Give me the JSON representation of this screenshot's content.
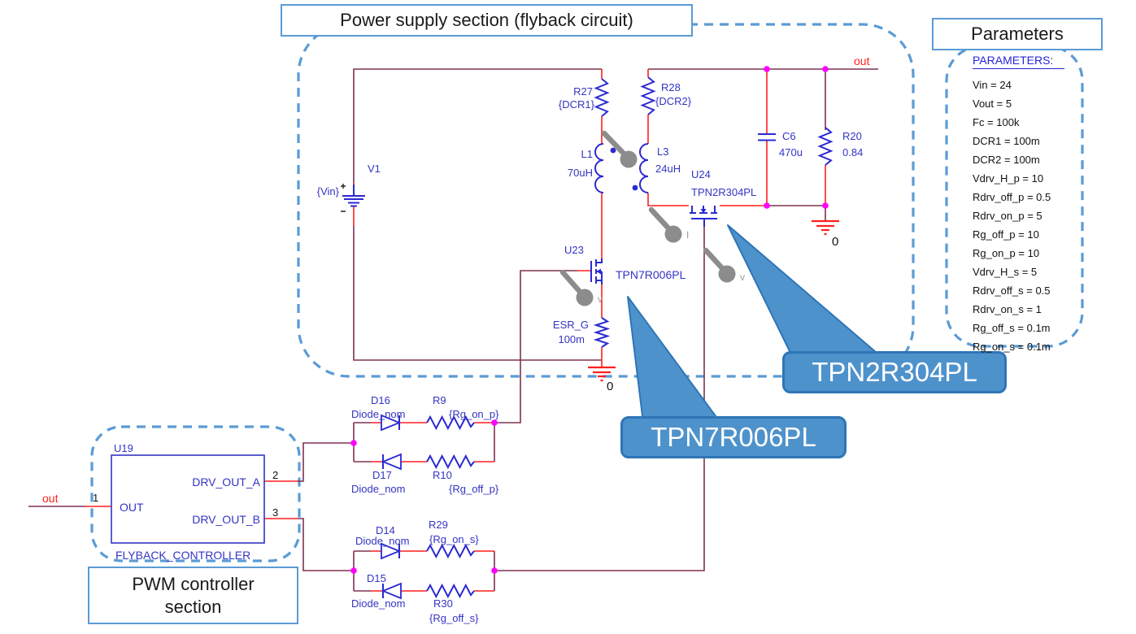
{
  "titles": {
    "power_section": "Power supply section (flyback circuit)",
    "parameters_box": "Parameters",
    "pwm_line1": "PWM controller",
    "pwm_line2": "section"
  },
  "callouts": {
    "mosfet_secondary": "TPN2R304PL",
    "mosfet_primary": "TPN7R006PL"
  },
  "parameters": {
    "header": "PARAMETERS:",
    "items": [
      "Vin = 24",
      "Vout = 5",
      "Fc = 100k",
      "DCR1 = 100m",
      "DCR2 = 100m",
      "Vdrv_H_p = 10",
      "Rdrv_off_p = 0.5",
      "Rdrv_on_p = 5",
      "Rg_off_p = 10",
      "Rg_on_p = 10",
      "Vdrv_H_s = 5",
      "Rdrv_off_s = 0.5",
      "Rdrv_on_s = 1",
      "Rg_off_s = 0.1m",
      "Rg_on_s = 0.1m"
    ]
  },
  "components": {
    "v1": {
      "ref": "V1",
      "value": "{Vin}"
    },
    "r27": {
      "ref": "R27",
      "value": "{DCR1}"
    },
    "r28": {
      "ref": "R28",
      "value": "{DCR2}"
    },
    "l1": {
      "ref": "L1",
      "value": "70uH"
    },
    "l3": {
      "ref": "L3",
      "value": "24uH"
    },
    "c6": {
      "ref": "C6",
      "value": "470u"
    },
    "r20": {
      "ref": "R20",
      "value": "0.84"
    },
    "u23": {
      "ref": "U23",
      "value": "TPN7R006PL"
    },
    "u24": {
      "ref": "U24",
      "value": "TPN2R304PL"
    },
    "esr": {
      "ref": "ESR_G",
      "value": "100m"
    },
    "d16": {
      "ref": "D16",
      "value": "Diode_nom"
    },
    "d17": {
      "ref": "D17",
      "value": "Diode_nom"
    },
    "d14": {
      "ref": "D14",
      "value": "Diode_nom"
    },
    "d15": {
      "ref": "D15",
      "value": "Diode_nom"
    },
    "r9": {
      "ref": "R9",
      "value": "{Rg_on_p}"
    },
    "r10": {
      "ref": "R10",
      "value": "{Rg_off_p}"
    },
    "r29": {
      "ref": "R29",
      "value": "{Rg_on_s}"
    },
    "r30": {
      "ref": "R30",
      "value": "{Rg_off_s}"
    },
    "u19": {
      "ref": "U19",
      "value": "FLYBACK_CONTROLLER"
    }
  },
  "controller": {
    "pin1": {
      "number": "1",
      "name": "OUT"
    },
    "pin2": {
      "number": "2",
      "name": "DRV_OUT_A"
    },
    "pin3": {
      "number": "3",
      "name": "DRV_OUT_B"
    }
  },
  "nets": {
    "out_left": "out",
    "out_right": "out"
  },
  "grounds": {
    "primary": "0",
    "secondary": "0"
  },
  "probes": {
    "current_label": "I",
    "voltage_primary": "v",
    "voltage_secondary": "v"
  },
  "colors": {
    "wire": "#7d3253",
    "pin_wire": "#ff1f1f",
    "component": "#2a2ad2",
    "label": "#3434c4",
    "net_label": "#ff1f1f",
    "junction": "#ff00ff",
    "frame_blue": "#5b9bd5",
    "callout_fill": "#4e92cc",
    "callout_border": "#2e75b6",
    "probe_gray": "#8c8c8c",
    "parameters_header": "#2525d8"
  }
}
